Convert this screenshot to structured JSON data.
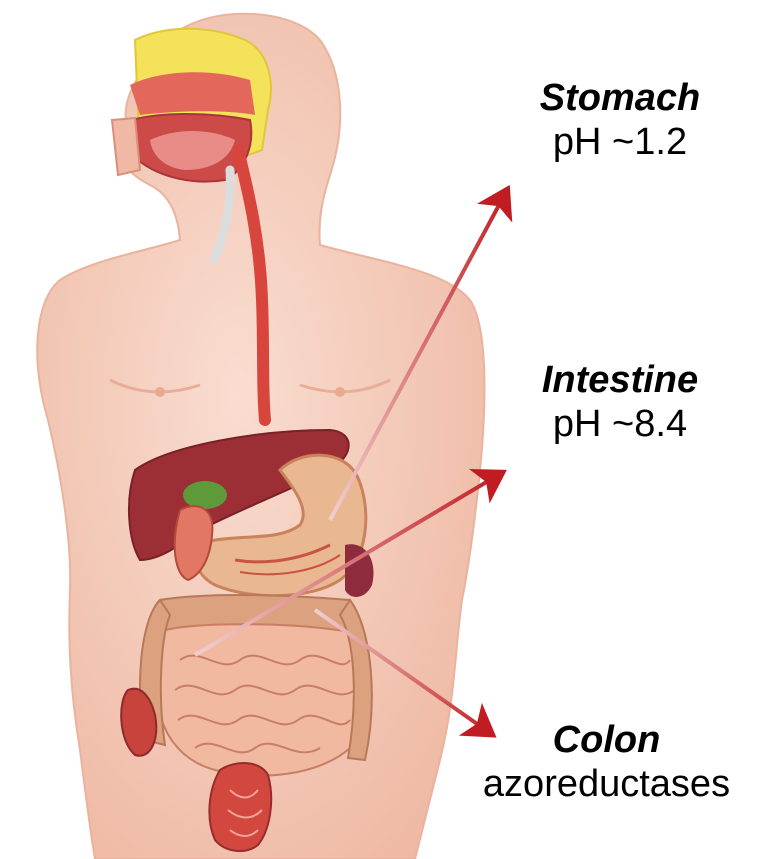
{
  "labels": {
    "stomach": {
      "name": "Stomach",
      "value": "pH ~1.2"
    },
    "intestine": {
      "name": "Intestine",
      "value": "pH ~8.4"
    },
    "colon": {
      "name": "Colon",
      "value": "azoreductases"
    }
  },
  "colors": {
    "skin": "#f6cdbb",
    "skin_shadow": "#e9a98f",
    "organ_red": "#d9564a",
    "liver": "#9b2f35",
    "stomach": "#e9b890",
    "intestine": "#f0b9a0",
    "arrow": "#c01c22",
    "bone_yellow": "#f3e25a"
  }
}
